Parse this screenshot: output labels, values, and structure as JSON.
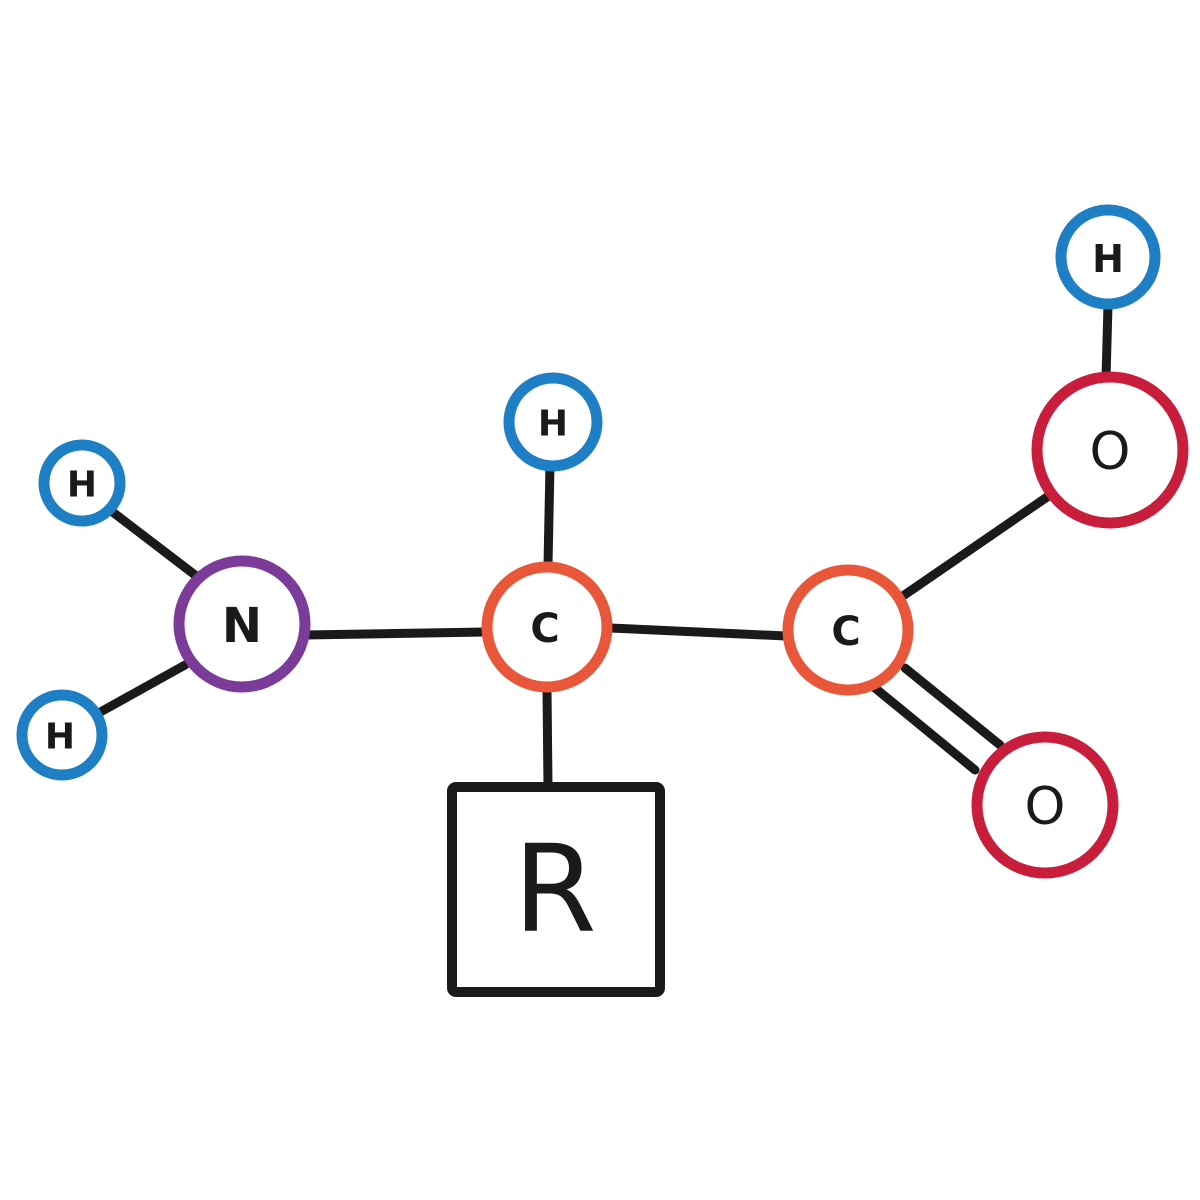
{
  "title": "Amino acid structure",
  "colors": {
    "hydrogen": "#1e7fc4",
    "nitrogen": "#7b3b98",
    "carbon": "#e8573a",
    "oxygen": "#c81e3c",
    "bond": "#1a1a1a"
  },
  "atoms": {
    "h_amine_top": {
      "label": "H",
      "element": "hydrogen"
    },
    "h_amine_bottom": {
      "label": "H",
      "element": "hydrogen"
    },
    "nitrogen": {
      "label": "N",
      "element": "nitrogen"
    },
    "h_alpha": {
      "label": "H",
      "element": "hydrogen"
    },
    "c_alpha": {
      "label": "C",
      "element": "carbon"
    },
    "c_carboxyl": {
      "label": "C",
      "element": "carbon"
    },
    "o_hydroxyl": {
      "label": "O",
      "element": "oxygen"
    },
    "h_hydroxyl": {
      "label": "H",
      "element": "hydrogen"
    },
    "o_carbonyl": {
      "label": "O",
      "element": "oxygen"
    }
  },
  "side_chain": {
    "label": "R"
  }
}
